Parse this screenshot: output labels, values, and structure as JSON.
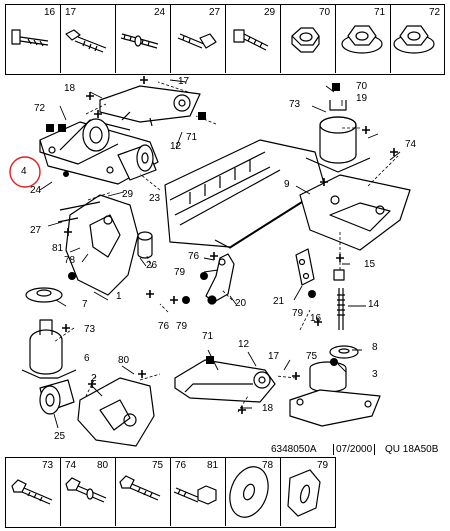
{
  "top_strip": [
    "16",
    "17",
    "24",
    "27",
    "29",
    "70",
    "71",
    "72"
  ],
  "bottom_strip": [
    "73",
    "74",
    "80",
    "75",
    "76",
    "81",
    "78",
    "79"
  ],
  "footer": {
    "ref": "6348050A",
    "date": "07/2000",
    "code": "QU 18A50B"
  },
  "callouts": {
    "c18a": "18",
    "c17a": "17",
    "c72": "72",
    "c4": "4",
    "c71a": "71",
    "c12a": "12",
    "c24": "24",
    "c29": "29",
    "c23": "23",
    "c27": "27",
    "c81": "81",
    "c78": "78",
    "c26": "26",
    "c1": "1",
    "c7": "7",
    "c73a": "73",
    "c6": "6",
    "c70": "70",
    "c19": "19",
    "c73b": "73",
    "c74": "74",
    "c9": "9",
    "c76a": "76",
    "c79a": "79",
    "c20": "20",
    "c76b": "76",
    "c79b": "79",
    "c21": "21",
    "c15": "15",
    "c14": "14",
    "c79c": "79",
    "c16": "16",
    "c8": "8",
    "c75": "75",
    "c3": "3",
    "c80": "80",
    "c2": "2",
    "c25": "25",
    "c71b": "71",
    "c12b": "12",
    "c17b": "17",
    "c18b": "18"
  },
  "highlight_color": "#e02020"
}
